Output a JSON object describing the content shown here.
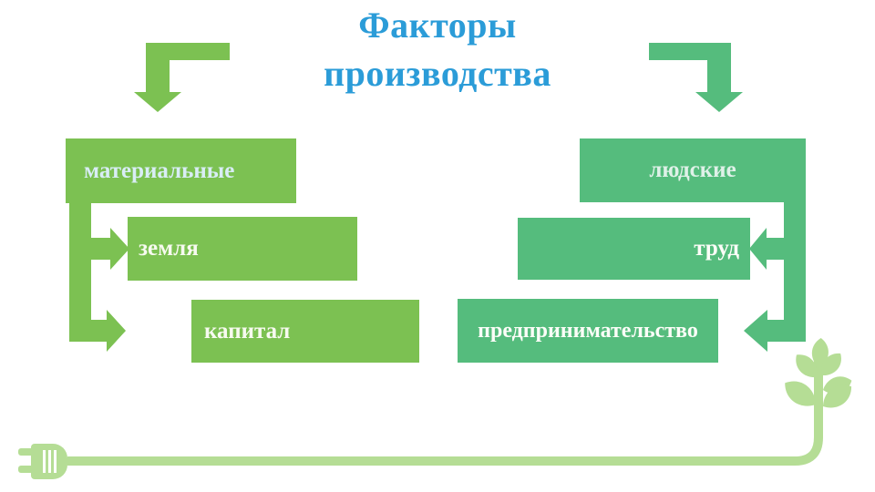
{
  "title": {
    "line1": "Факторы",
    "line2": "производства"
  },
  "diagram": {
    "left_branch": {
      "parent": "материальные",
      "children": [
        "земля",
        "капитал"
      ]
    },
    "right_branch": {
      "parent": "людские",
      "children": [
        "труд",
        "предпринимательство"
      ]
    }
  },
  "colors": {
    "title_blue": "#2B9CD8",
    "left_branch_green": "#7CC152",
    "right_branch_teal": "#55BC7D",
    "decor_light_green": "#B5DD95",
    "background": "#FFFFFF"
  },
  "icons": {
    "left_arrow": "elbow-arrow-down-left",
    "right_arrow": "elbow-arrow-down-right",
    "plug": "power-plug",
    "plant": "sprout"
  }
}
